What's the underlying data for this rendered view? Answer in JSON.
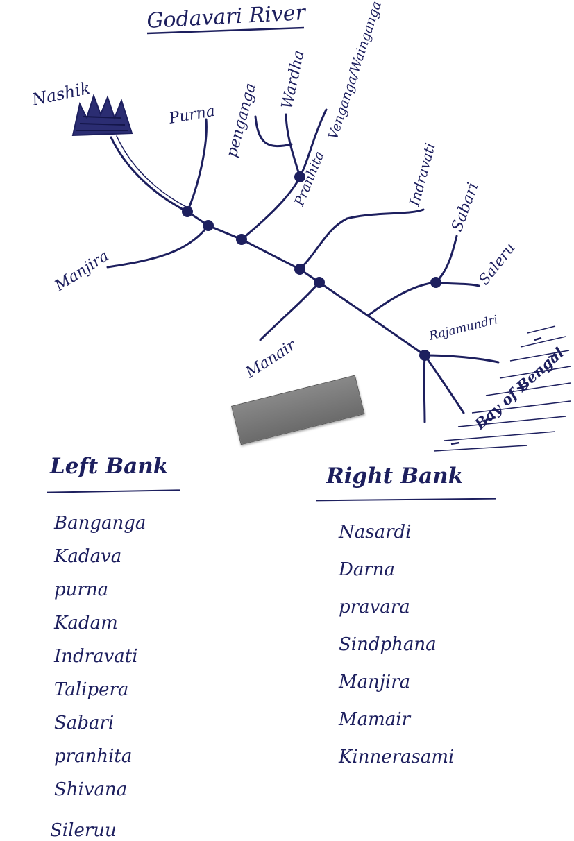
{
  "title": "Godavari River",
  "map_labels": {
    "source": "Nashik",
    "purna": "Purna",
    "penganga": "penganga",
    "wardha": "Wardha",
    "venganga": "Venganga/Wainganga",
    "pranhita": "Pranhita",
    "indravati": "Indravati",
    "sabari": "Sabari",
    "saleru": "Saleru",
    "manjira": "Manjira",
    "manair": "Manair",
    "rajamundri": "Rajamundri",
    "sea": "Bay of Bengal"
  },
  "left_bank": {
    "title": "Left Bank",
    "items": [
      "Banganga",
      "Kadava",
      "purna",
      "Kadam",
      "Indravati",
      "Talipera",
      "Sabari",
      "pranhita",
      "Shivana"
    ],
    "cut_off_item": "Sileruu"
  },
  "right_bank": {
    "title": "Right Bank",
    "items": [
      "Nasardi",
      "Darna",
      "pravara",
      "Sindphana",
      "Manjira",
      "Mamair",
      "Kinnerasami"
    ]
  },
  "colors": {
    "ink": "#1d1f5e",
    "paper": "#ffffff",
    "eraser": "#777777"
  }
}
